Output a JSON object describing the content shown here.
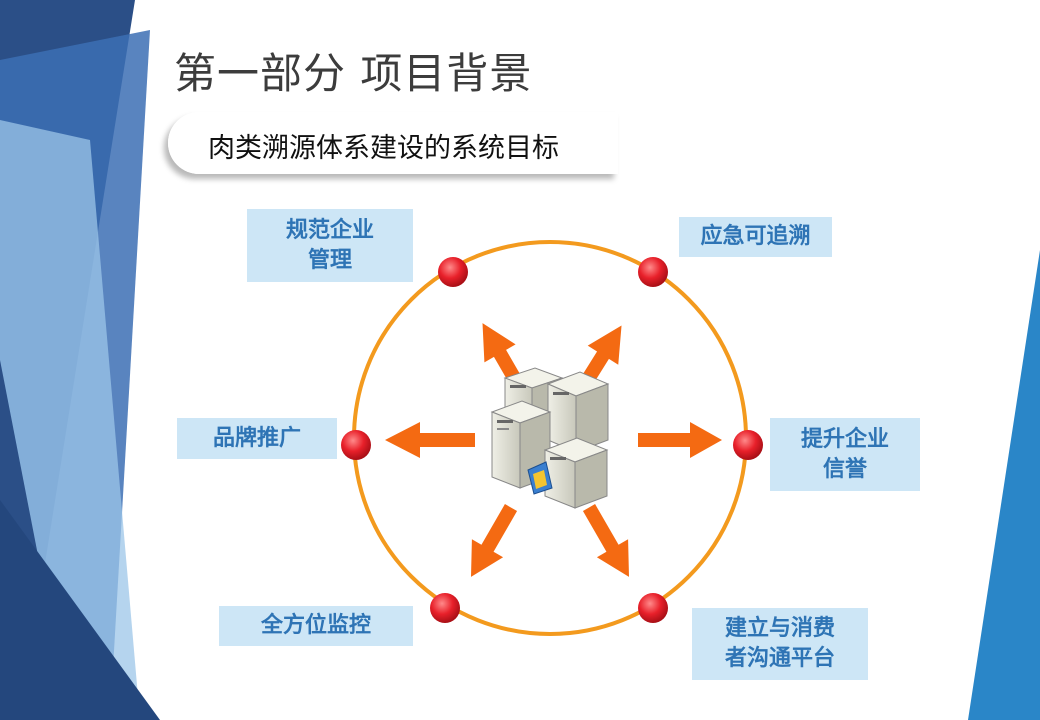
{
  "slide": {
    "title": "第一部分  项目背景",
    "subtitle": "肉类溯源体系建设的系统目标"
  },
  "diagram": {
    "center_icon": "server-cluster-icon",
    "goals": [
      {
        "id": "top-left",
        "line1": "规范企业",
        "line2": "管理"
      },
      {
        "id": "top-right",
        "line1": "应急可追溯",
        "line2": ""
      },
      {
        "id": "left",
        "line1": "品牌推广",
        "line2": ""
      },
      {
        "id": "right",
        "line1": "提升企业",
        "line2": "信誉"
      },
      {
        "id": "bottom-left",
        "line1": "全方位监控",
        "line2": ""
      },
      {
        "id": "bottom-right",
        "line1": "建立与消费",
        "line2": "者沟通平台"
      }
    ],
    "colors": {
      "circle": "#f39a1e",
      "arrow": "#f46a12",
      "node": "#e8202a",
      "label_bg": "#cde6f6",
      "label_text": "#2e74b5"
    }
  },
  "theme": {
    "dark_blue": "#2b4f87",
    "mid_blue": "#3c6fb4",
    "light_blue": "#9cc6e8",
    "accent_blue": "#2a86c8"
  }
}
